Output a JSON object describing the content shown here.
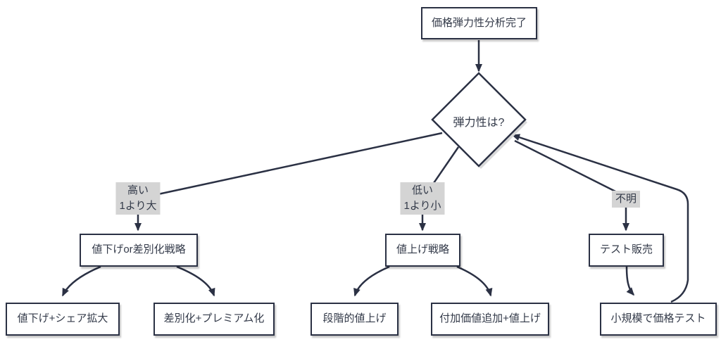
{
  "flowchart": {
    "nodes": {
      "start": {
        "label": "価格弾力性分析完了"
      },
      "decision": {
        "label": "弾力性は?"
      },
      "strategy_high": {
        "label": "値下げor差別化戦略"
      },
      "strategy_low": {
        "label": "値上げ戦略"
      },
      "strategy_unknown": {
        "label": "テスト販売"
      },
      "outcome_share": {
        "label": "値下げ+シェア拡大"
      },
      "outcome_premium": {
        "label": "差別化+プレミアム化"
      },
      "outcome_stepwise": {
        "label": "段階的値上げ"
      },
      "outcome_value_add": {
        "label": "付加価値追加+値上げ"
      },
      "outcome_small_test": {
        "label": "小規模で価格テスト"
      }
    },
    "edge_labels": {
      "high": "高い\n1より大",
      "low": "低い\n1より小",
      "unknown": "不明"
    },
    "colors": {
      "line": "#2b3144",
      "text": "#333a49",
      "node_fill": "#ffffff",
      "edge_label_bg": "#d4d4d4",
      "canvas_bg": "#ffffff"
    }
  }
}
